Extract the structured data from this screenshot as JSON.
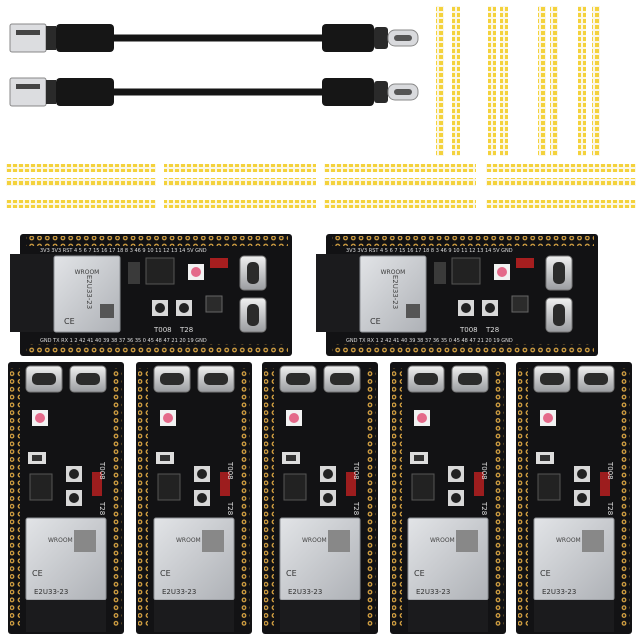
{
  "scene": {
    "description_colors": {
      "background": "#ffffff",
      "pcb": "#121214",
      "header_pin": "#f4d23c",
      "header_plastic": "#1a1a1a",
      "module_shield": "#c9cbcf",
      "cable": "#151515"
    }
  },
  "cables": [
    {
      "connector_a": "USB-A",
      "connector_b": "USB-C"
    },
    {
      "connector_a": "USB-A",
      "connector_b": "USB-C"
    }
  ],
  "boards": {
    "module_text": "E2U33-23",
    "button_labels": [
      "T008",
      "T28"
    ],
    "pin_labels_top": [
      "3V3",
      "3V3",
      "RST",
      "4",
      "5",
      "6",
      "7",
      "15",
      "16",
      "17",
      "18",
      "8",
      "3",
      "46",
      "9",
      "10",
      "11",
      "12",
      "13",
      "14",
      "5V",
      "GND"
    ],
    "pin_labels_bottom": [
      "GND",
      "TX",
      "RX",
      "1",
      "2",
      "42",
      "41",
      "40",
      "39",
      "38",
      "37",
      "36",
      "35",
      "0",
      "45",
      "48",
      "47",
      "21",
      "20",
      "19",
      "GND",
      "GND"
    ],
    "horizontal_count": 2,
    "vertical_count": 5
  }
}
